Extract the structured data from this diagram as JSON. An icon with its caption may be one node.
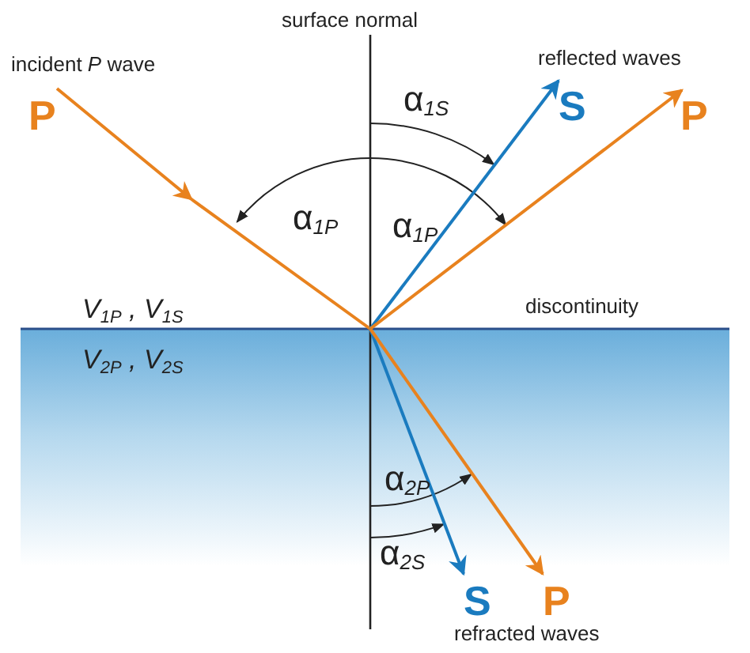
{
  "diagram": {
    "nodes": [
      {
        "text": [
          "P"
        ],
        "beside": [
          "incident *P* wave"
        ]
      },
      {
        "text": [
          "S"
        ]
      },
      {
        "text": [
          "P"
        ]
      },
      {
        "text": [
          "S"
        ]
      },
      {
        "text": [
          "P"
        ]
      }
    ],
    "edges": [
      {
        "from": 0,
        "to": null,
        "arrow": "to",
        "color": "#e8821e"
      },
      {
        "from": null,
        "to": 1,
        "arrow": "to",
        "color": "#1a7bbf"
      },
      {
        "from": null,
        "to": 2,
        "arrow": "to",
        "color": "#e8821e"
      },
      {
        "from": null,
        "to": 3,
        "arrow": "to",
        "color": "#1a7bbf"
      },
      {
        "from": null,
        "to": 4,
        "arrow": "to",
        "color": "#e8821e"
      }
    ],
    "labels": [
      "surface normal",
      "reflected waves",
      "α$_{1S}$",
      "α$_{1P}$",
      "α$_{1P}$",
      "V$_{1P}$ , V$_{1S}$",
      "discontinuity",
      "V$_{2P}$ , V$_{2S}$",
      "α$_{2P}$",
      "α$_{2S}$",
      "refracted waves"
    ]
  }
}
